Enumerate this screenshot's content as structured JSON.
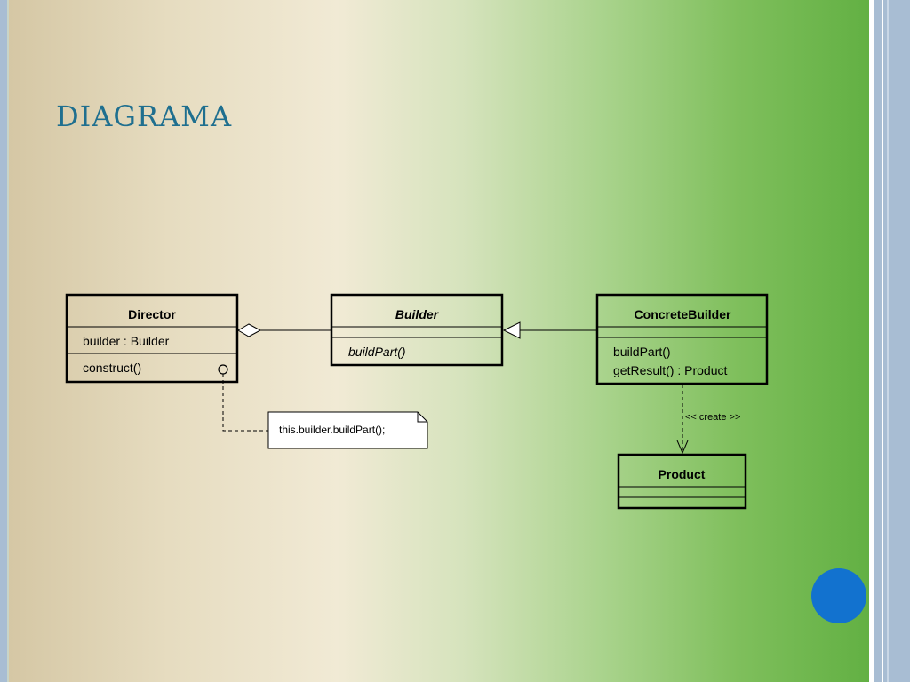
{
  "slide": {
    "title": "DIAGRAMA"
  },
  "diagram": {
    "director": {
      "name": "Director",
      "attributes": [
        "builder : Builder"
      ],
      "operations": [
        "construct()"
      ]
    },
    "builder": {
      "name": "Builder",
      "operations": [
        "buildPart()"
      ]
    },
    "concrete_builder": {
      "name": "ConcreteBuilder",
      "operations": [
        "buildPart()",
        "getResult() : Product"
      ]
    },
    "product": {
      "name": "Product"
    },
    "note": {
      "text": "this.builder.buildPart();"
    },
    "relations": {
      "create_label": "<< create >>"
    }
  },
  "colors": {
    "title": "#1f6f8f",
    "bullet": "#1272cf",
    "stripe": "#a8bdd3"
  }
}
